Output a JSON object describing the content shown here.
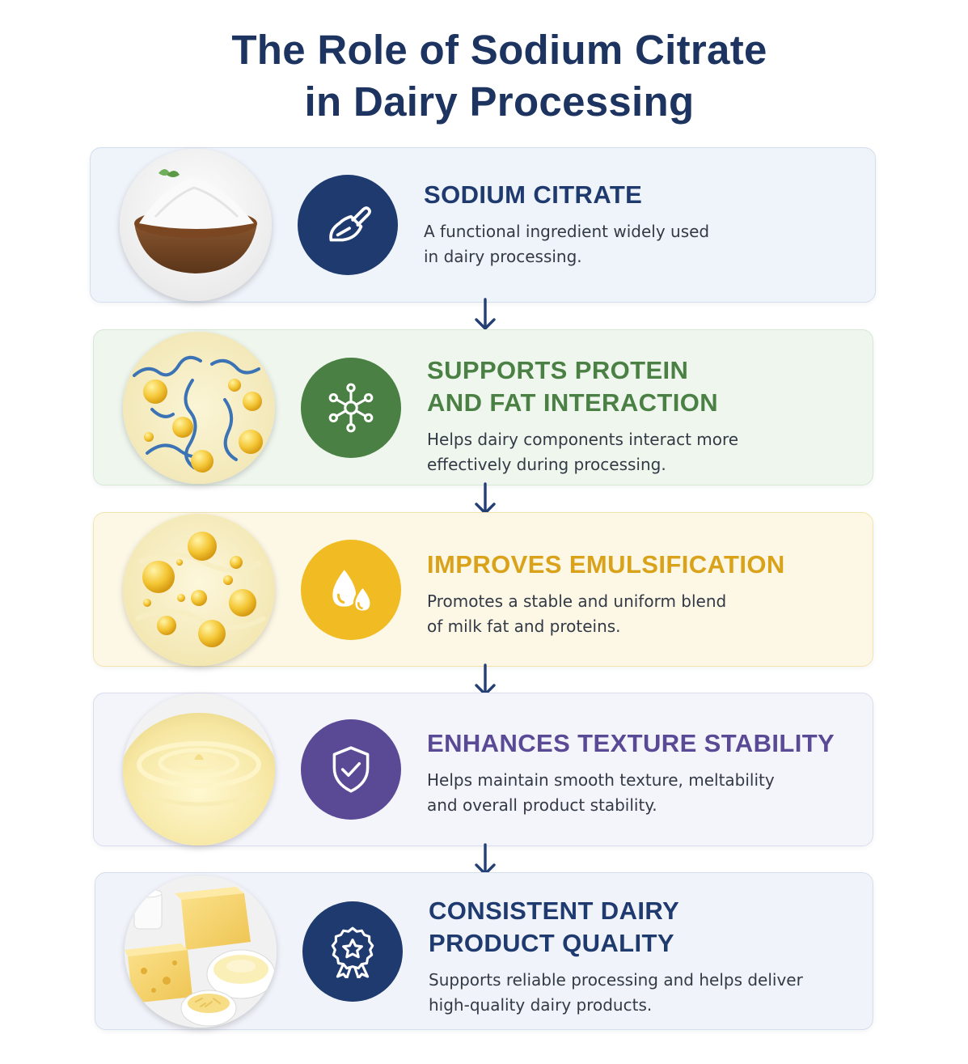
{
  "title": {
    "line1": "The Role of Sodium Citrate",
    "line2": "in Dairy Processing"
  },
  "colors": {
    "title": "#1d3461",
    "blue": "#1e3a6e",
    "green": "#4a8043",
    "yellow": "#f0bb23",
    "purple": "#5a4a96",
    "navy": "#1e3a6e"
  },
  "steps": [
    {
      "heading": [
        "SODIUM CITRATE"
      ],
      "description": [
        "A functional ingredient widely used",
        "in dairy processing."
      ],
      "icon": "scoop-icon",
      "image": "sodium-citrate-powder-bowl"
    },
    {
      "heading": [
        "SUPPORTS PROTEIN",
        "AND FAT INTERACTION"
      ],
      "description": [
        "Helps dairy components interact more",
        "effectively during processing."
      ],
      "icon": "network-icon",
      "image": "protein-fat-molecules"
    },
    {
      "heading": [
        "IMPROVES EMULSIFICATION"
      ],
      "description": [
        "Promotes a stable and uniform blend",
        "of milk fat and proteins."
      ],
      "icon": "droplets-icon",
      "image": "emulsion-droplets"
    },
    {
      "heading": [
        "ENHANCES TEXTURE STABILITY"
      ],
      "description": [
        "Helps maintain smooth texture, meltability",
        "and overall product stability."
      ],
      "icon": "shield-check-icon",
      "image": "smooth-cream"
    },
    {
      "heading": [
        "CONSISTENT DAIRY",
        "PRODUCT QUALITY"
      ],
      "description": [
        "Supports reliable processing and helps deliver",
        "high-quality dairy products."
      ],
      "icon": "award-ribbon-icon",
      "image": "dairy-products"
    }
  ]
}
